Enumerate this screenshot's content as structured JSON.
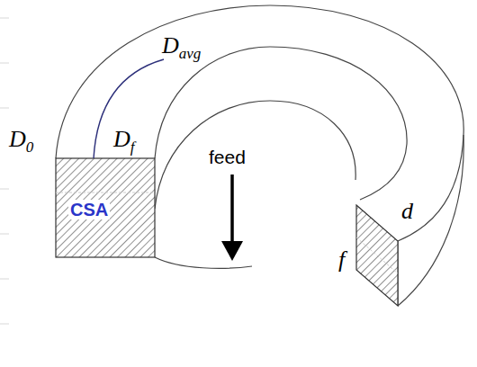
{
  "diagram": {
    "nodes": [
      {
        "text": [
          "CSA"
        ]
      }
    ],
    "labels": [
      "D0",
      "Davg",
      "Df",
      "feed",
      "f",
      "d"
    ]
  }
}
